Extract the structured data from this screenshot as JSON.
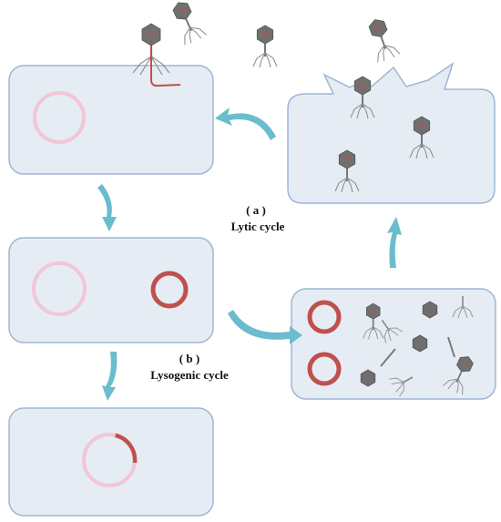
{
  "labels": {
    "a_marker": "( a )",
    "a_title": "Lytic cycle",
    "b_marker": "( b )",
    "b_title": "Lysogenic cycle"
  },
  "colors": {
    "cell_fill": "#e5ecf4",
    "cell_stroke": "#9fb6d6",
    "host_chromosome": "#f2c6d6",
    "viral_dna": "#c0504d",
    "arrow": "#6bbccc",
    "phage_head": "#6f6f6f",
    "phage_legs": "#7a7a7a"
  }
}
